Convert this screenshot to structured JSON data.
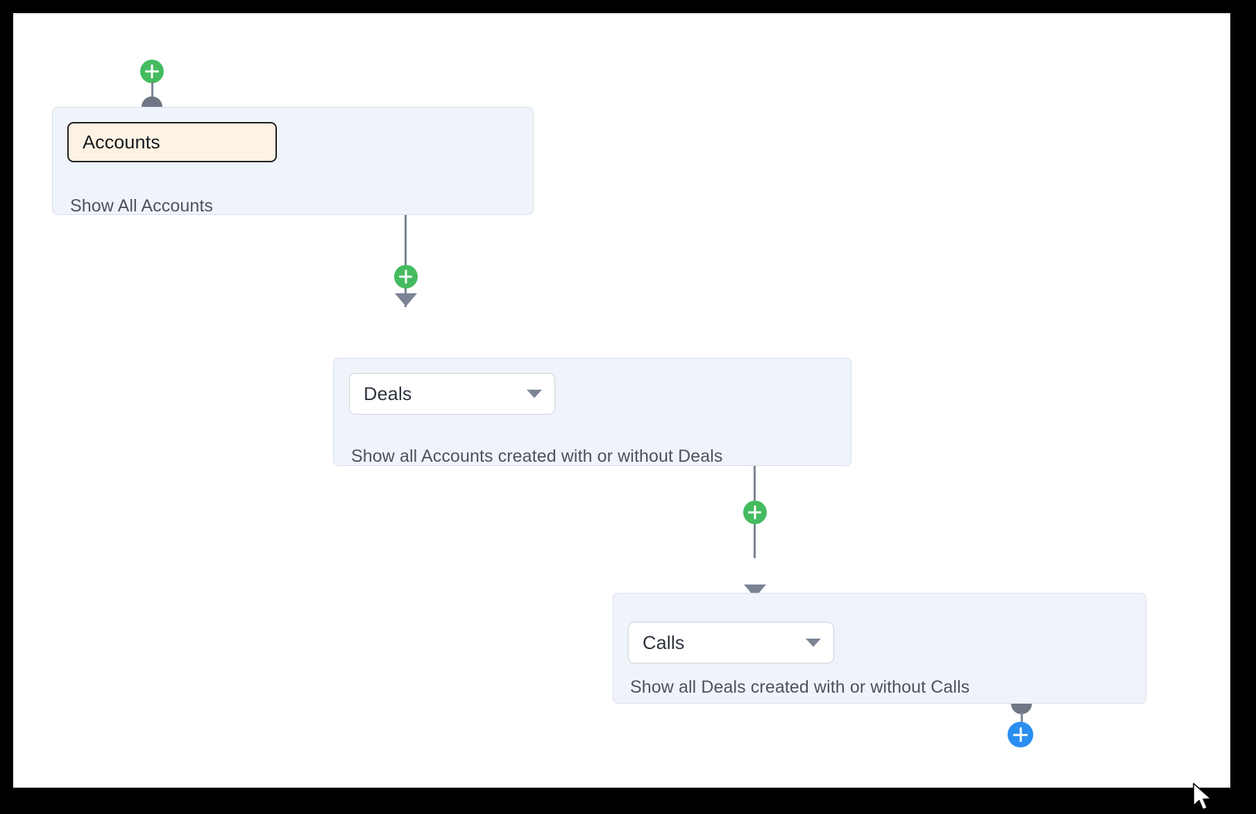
{
  "canvas": {
    "background_color": "#ffffff",
    "frame_color": "#000000"
  },
  "theme": {
    "panel_bg": "#eff3fa",
    "panel_border": "#d9dfe8",
    "chip_bg": "#fdf2e3",
    "chip_border": "#1a1a1a",
    "select_bg": "#ffffff",
    "select_border": "#ccd2dc",
    "connector_color": "#7b8494",
    "add_green": "#44bb5f",
    "add_blue": "#2a8ef0",
    "handle_gray": "#6f7684",
    "text_primary": "#16181d",
    "text_secondary": "#4c525e"
  },
  "flow": {
    "nodes": [
      {
        "id": "accounts",
        "selector_type": "chip",
        "entity_label": "Accounts",
        "description": "Show All Accounts"
      },
      {
        "id": "deals",
        "selector_type": "dropdown",
        "entity_label": "Deals",
        "description": "Show all Accounts created with or without Deals"
      },
      {
        "id": "calls",
        "selector_type": "dropdown",
        "entity_label": "Calls",
        "description": "Show all Deals created with or without Calls"
      }
    ],
    "add_buttons": [
      {
        "id": "add-above-accounts",
        "color": "green",
        "glyph": "plus"
      },
      {
        "id": "add-between-accounts-deals",
        "color": "green",
        "glyph": "plus"
      },
      {
        "id": "add-between-deals-calls",
        "color": "green",
        "glyph": "plus"
      },
      {
        "id": "add-below-calls",
        "color": "blue",
        "glyph": "plus"
      }
    ],
    "icons": {
      "caret": "chevron-down-icon",
      "plus": "plus-icon",
      "handle": "connection-handle-icon",
      "cursor": "mouse-pointer-icon"
    }
  }
}
